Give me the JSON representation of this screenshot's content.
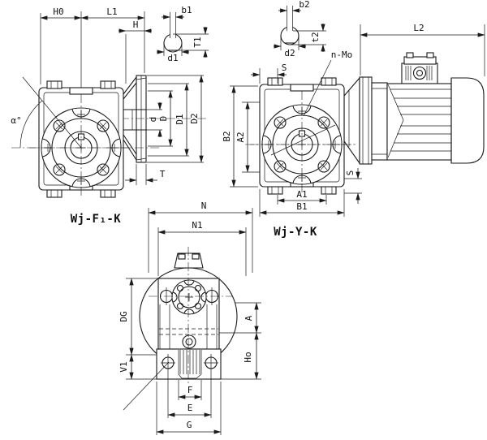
{
  "drawing": {
    "view_titles": {
      "flange_version": "Wj-F₁-K",
      "motor_version": "Wj-Y-K"
    },
    "labels": {
      "H0": "H0",
      "L1": "L1",
      "H": "H",
      "b1": "b1",
      "d1": "d1",
      "T1": "T1",
      "b2": "b2",
      "d2": "d2",
      "t2": "t2",
      "L2": "L2",
      "alpha": "α°",
      "d": "d",
      "D": "D",
      "D1": "D1",
      "D2": "D2",
      "T": "T",
      "S_top": "S",
      "n_Mo": "n-Mo",
      "B2": "B2",
      "A2": "A2",
      "A1": "A1",
      "B1": "B1",
      "S_side": "S",
      "N": "N",
      "N1": "N1",
      "DG": "DG",
      "V1": "V1",
      "A": "A",
      "Ho": "Ho",
      "F": "F",
      "E": "E",
      "G": "G"
    },
    "line_color": "#1a1a1a",
    "background_color": "#ffffff"
  }
}
